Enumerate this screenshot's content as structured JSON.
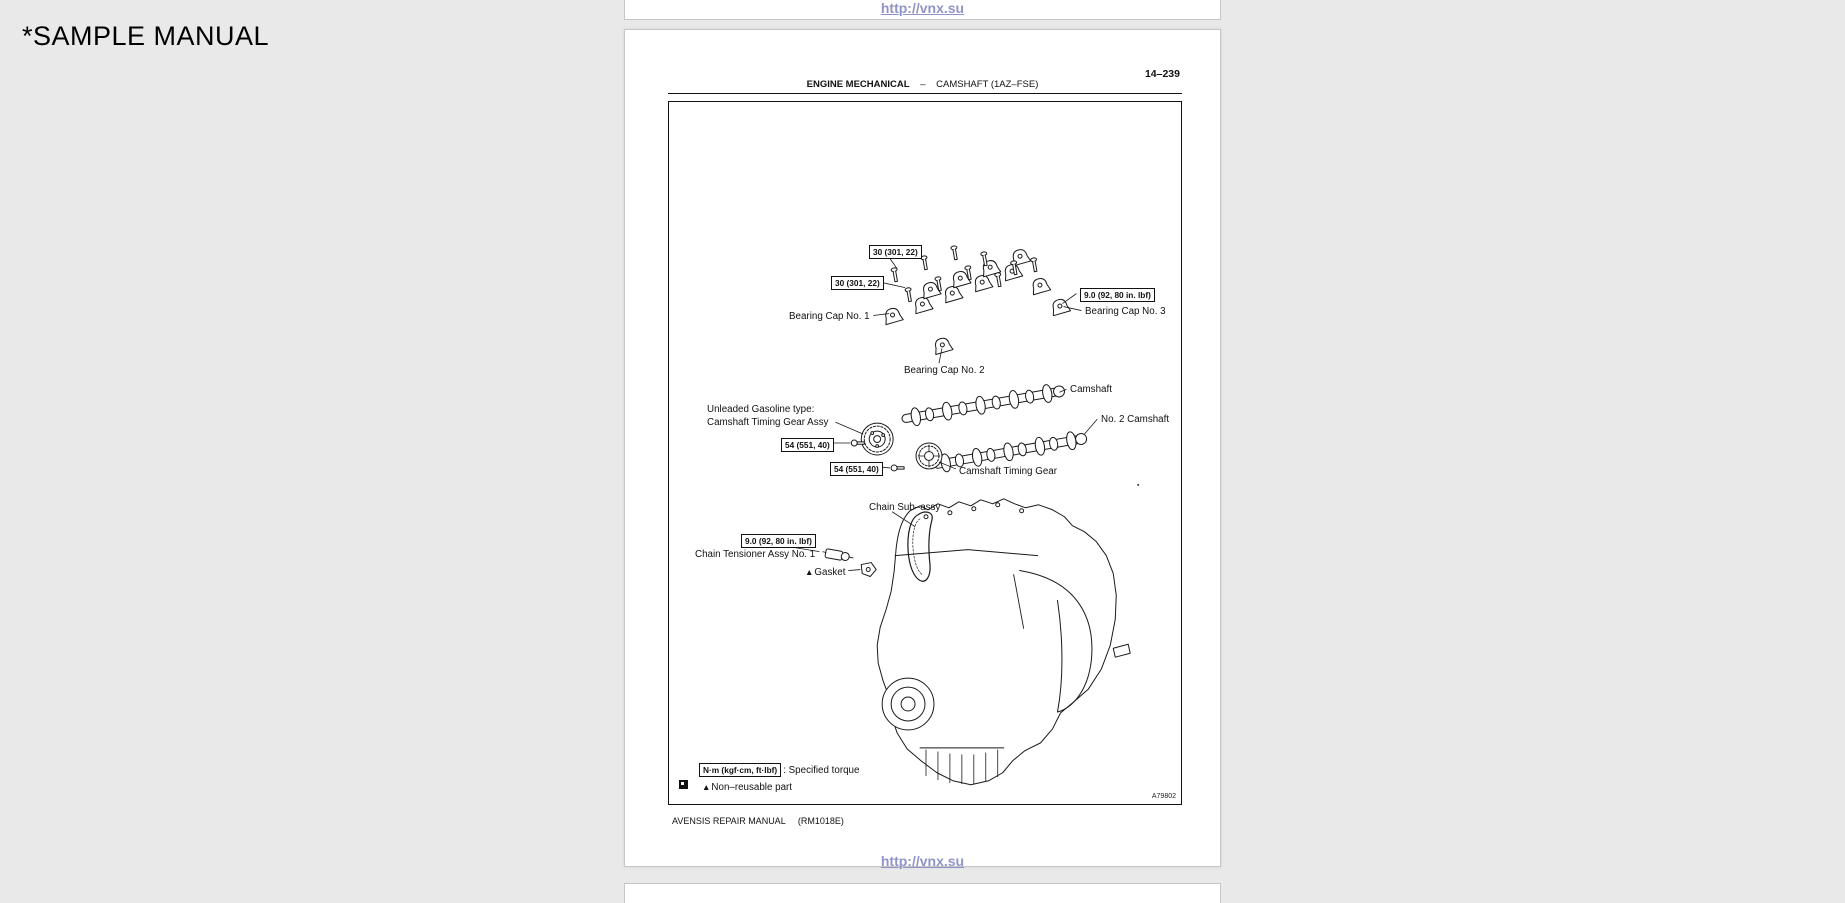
{
  "overlay": {
    "sample_label": "*SAMPLE MANUAL"
  },
  "watermark": {
    "text": "http://vnx.su"
  },
  "page": {
    "number": "14–239",
    "header": {
      "section": "ENGINE MECHANICAL",
      "separator": "–",
      "topic": "CAMSHAFT (1AZ–FSE)"
    },
    "footer": {
      "manual": "AVENSIS REPAIR MANUAL",
      "code": "(RM1018E)"
    },
    "figure_code": "A79802"
  },
  "diagram": {
    "torque_labels": {
      "t30_upper": "30 (301, 22)",
      "t30_lower": "30 (301, 22)",
      "t90_caps": "9.0 (92, 80 in. lbf)",
      "t54_assy": "54 (551, 40)",
      "t54_gear": "54 (551, 40)",
      "t90_tensioner": "9.0 (92, 80 in. lbf)"
    },
    "part_labels": {
      "bearing_cap_1": "Bearing Cap No. 1",
      "bearing_cap_3": "Bearing Cap No. 3",
      "bearing_cap_2": "Bearing Cap No. 2",
      "camshaft": "Camshaft",
      "unleaded_line1": "Unleaded Gasoline type:",
      "unleaded_line2": "Camshaft Timing Gear Assy",
      "no2_camshaft": "No. 2 Camshaft",
      "camshaft_timing_gear": "Camshaft Timing Gear",
      "chain_subassy": "Chain Sub–assy",
      "chain_tensioner": "Chain Tensioner Assy No. 1",
      "gasket_marker": "▲",
      "gasket": "Gasket"
    },
    "legend": {
      "torque_box": "N·m (kgf·cm, ft·lbf)",
      "torque_desc": ": Specified torque",
      "nonreusable_marker": "▲",
      "nonreusable_text": "Non–reusable part"
    }
  }
}
